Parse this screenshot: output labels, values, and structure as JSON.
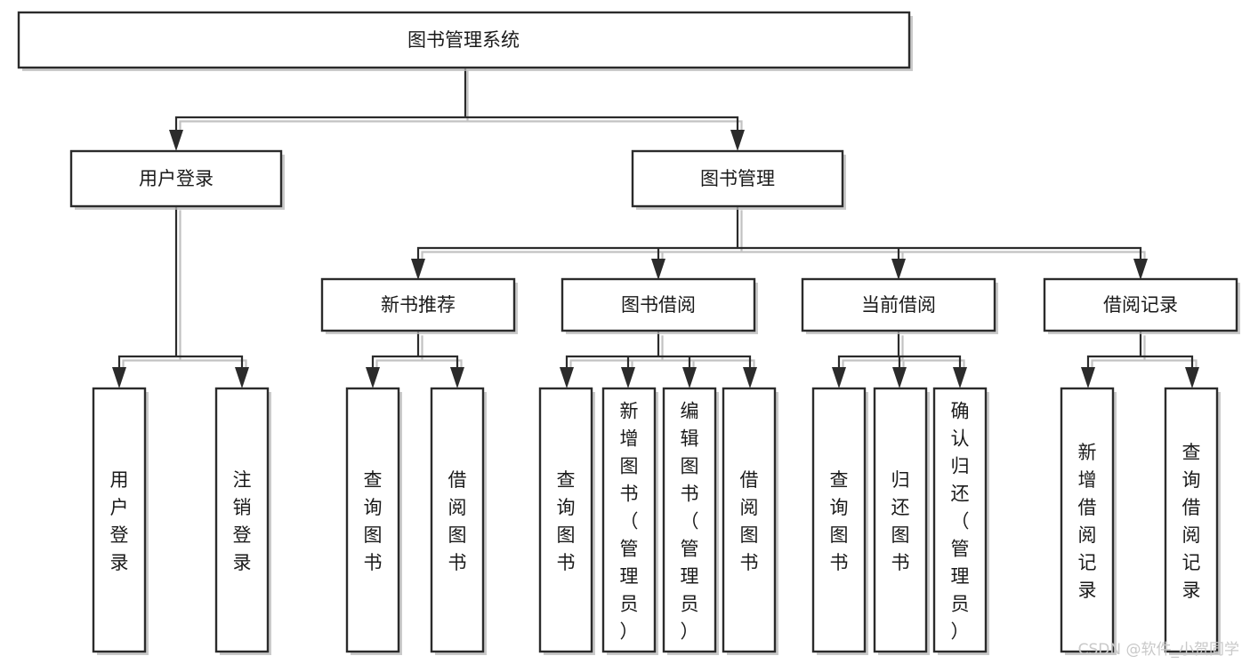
{
  "diagram": {
    "type": "tree-hierarchy",
    "title": "图书管理系统",
    "watermark": "CSDN @软件_小贺同学",
    "colors": {
      "box_stroke": "#2b2b2b",
      "box_fill": "#ffffff",
      "connector": "#2b2b2b",
      "shadow": "#b8b8b8",
      "text": "#1a1a1a",
      "watermark": "#c9c9c9",
      "background": "#ffffff"
    },
    "levels": [
      {
        "level": 1,
        "nodes": [
          {
            "id": "root",
            "label": "图书管理系统",
            "orientation": "horizontal"
          }
        ]
      },
      {
        "level": 2,
        "nodes": [
          {
            "id": "user-login",
            "label": "用户登录",
            "orientation": "horizontal",
            "parent": "root"
          },
          {
            "id": "book-manage",
            "label": "图书管理",
            "orientation": "horizontal",
            "parent": "root"
          }
        ]
      },
      {
        "level": 3,
        "nodes": [
          {
            "id": "new-book-rec",
            "label": "新书推荐",
            "orientation": "horizontal",
            "parent": "book-manage"
          },
          {
            "id": "book-borrow",
            "label": "图书借阅",
            "orientation": "horizontal",
            "parent": "book-manage"
          },
          {
            "id": "current-borrow",
            "label": "当前借阅",
            "orientation": "horizontal",
            "parent": "book-manage"
          },
          {
            "id": "borrow-record",
            "label": "借阅记录",
            "orientation": "horizontal",
            "parent": "book-manage"
          }
        ]
      },
      {
        "level": 4,
        "nodes": [
          {
            "id": "leaf-user-login",
            "label": "用户登录",
            "orientation": "vertical",
            "parent": "user-login"
          },
          {
            "id": "leaf-logout",
            "label": "注销登录",
            "orientation": "vertical",
            "parent": "user-login"
          },
          {
            "id": "leaf-query-book-1",
            "label": "查询图书",
            "orientation": "vertical",
            "parent": "new-book-rec"
          },
          {
            "id": "leaf-borrow-book-1",
            "label": "借阅图书",
            "orientation": "vertical",
            "parent": "new-book-rec"
          },
          {
            "id": "leaf-query-book-2",
            "label": "查询图书",
            "orientation": "vertical",
            "parent": "book-borrow"
          },
          {
            "id": "leaf-add-book",
            "label": "新增图书（管理员）",
            "orientation": "vertical",
            "parent": "book-borrow"
          },
          {
            "id": "leaf-edit-book",
            "label": "编辑图书（管理员）",
            "orientation": "vertical",
            "parent": "book-borrow"
          },
          {
            "id": "leaf-borrow-book-2",
            "label": "借阅图书",
            "orientation": "vertical",
            "parent": "book-borrow"
          },
          {
            "id": "leaf-query-book-3",
            "label": "查询图书",
            "orientation": "vertical",
            "parent": "current-borrow"
          },
          {
            "id": "leaf-return-book",
            "label": "归还图书",
            "orientation": "vertical",
            "parent": "current-borrow"
          },
          {
            "id": "leaf-confirm-return",
            "label": "确认归还（管理员）",
            "orientation": "vertical",
            "parent": "current-borrow"
          },
          {
            "id": "leaf-add-record",
            "label": "新增借阅记录",
            "orientation": "vertical",
            "parent": "borrow-record"
          },
          {
            "id": "leaf-query-record",
            "label": "查询借阅记录",
            "orientation": "vertical",
            "parent": "borrow-record"
          }
        ]
      }
    ]
  }
}
